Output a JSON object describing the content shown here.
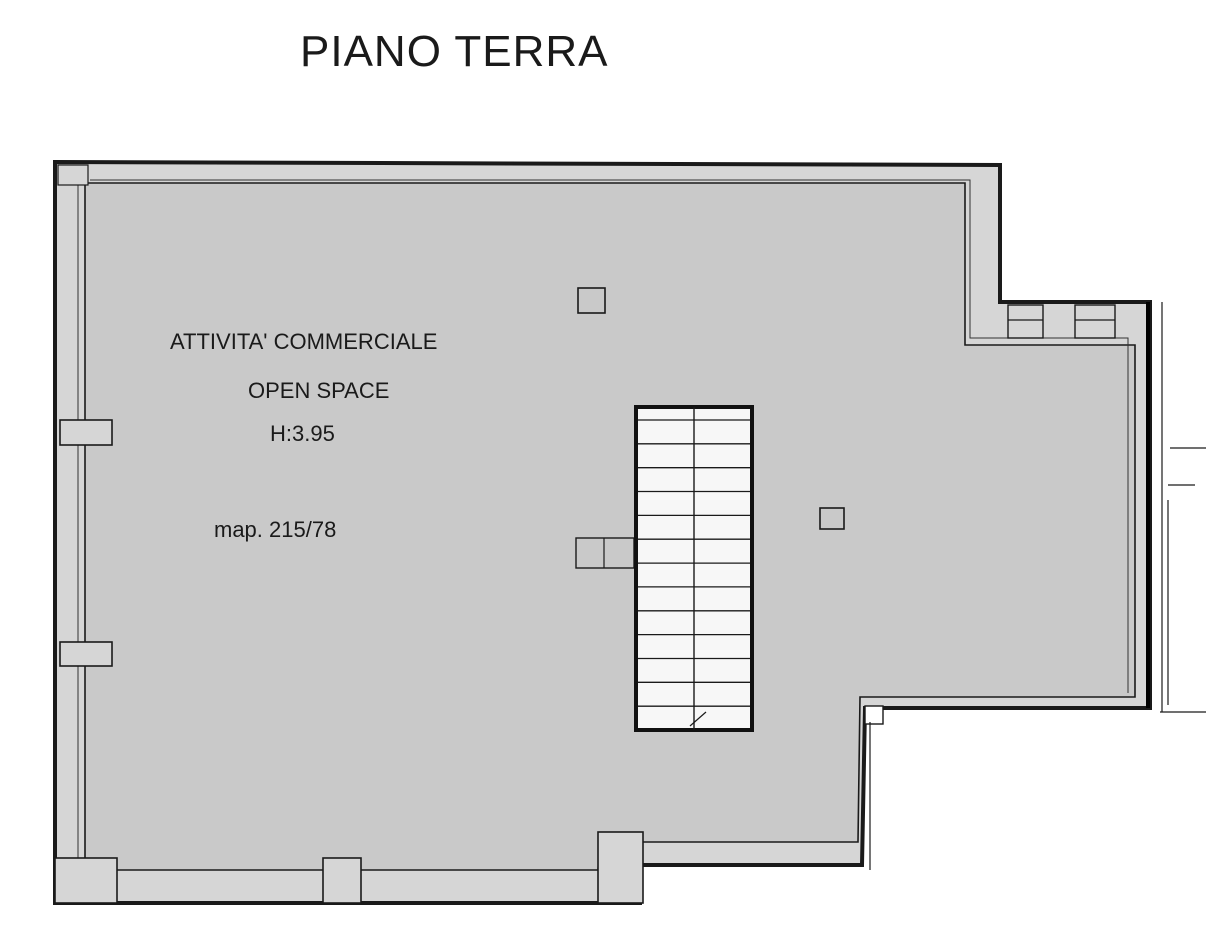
{
  "plan": {
    "title": "PIANO TERRA",
    "room": {
      "name": "ATTIVITA' COMMERCIALE",
      "type": "OPEN SPACE",
      "height": "H:3.95"
    },
    "parcel": "map. 215/78"
  },
  "colors": {
    "floor": "#c9c9c9",
    "wall_fill": "#d6d6d6",
    "wall_line": "#1a1a1a",
    "stair_fill": "#f7f7f7",
    "background": "#ffffff"
  }
}
